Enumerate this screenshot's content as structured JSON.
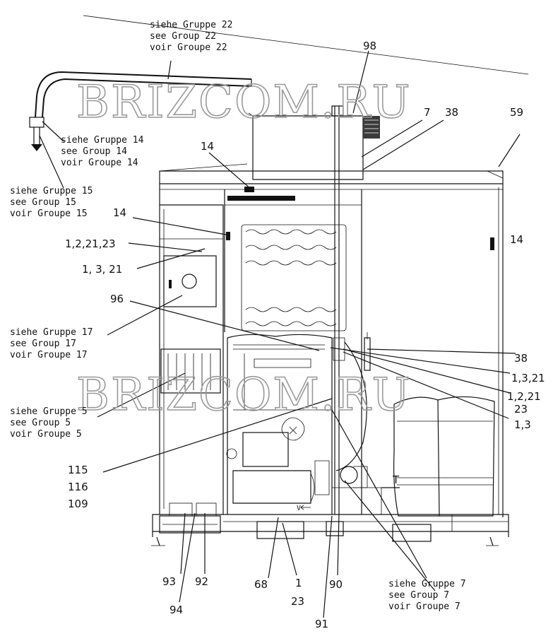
{
  "watermark": "BRIZCOM.RU",
  "group_references": {
    "g22": [
      "siehe Gruppe 22",
      "see Group 22",
      "voir Groupe 22"
    ],
    "g14": [
      "siehe Gruppe 14",
      "see Group 14",
      "voir Groupe 14"
    ],
    "g15": [
      "siehe Gruppe 15",
      "see Group 15",
      "voir Groupe 15"
    ],
    "g17": [
      "siehe Gruppe 17",
      "see Group 17",
      "voir Groupe 17"
    ],
    "g5": [
      "siehe Gruppe 5",
      "see Group 5",
      "voir Groupe 5"
    ],
    "g7": [
      "siehe Gruppe 7",
      "see Group 7",
      "voir Groupe 7"
    ]
  },
  "callouts": {
    "c98": "98",
    "c7": "7",
    "c38_top": "38",
    "c59": "59",
    "c14_top": "14",
    "c14_left": "14",
    "c14_right": "14",
    "c1_2_21_23": "1,2,21,23",
    "c1_3_21_left": "1, 3, 21",
    "c96": "96",
    "c38_right": "38",
    "c1_3_21_right": "1,3,21",
    "c1_2_21_right": "1,2,21",
    "c23_right": "23",
    "c1_3_right": "1,3",
    "c115": "115",
    "c116": "116",
    "c109": "109",
    "cT": "T",
    "cV": "V",
    "c93": "93",
    "c92": "92",
    "c94": "94",
    "c68": "68",
    "c1_bottom": "1",
    "c23_bottom": "23",
    "c90": "90",
    "c91": "91"
  }
}
